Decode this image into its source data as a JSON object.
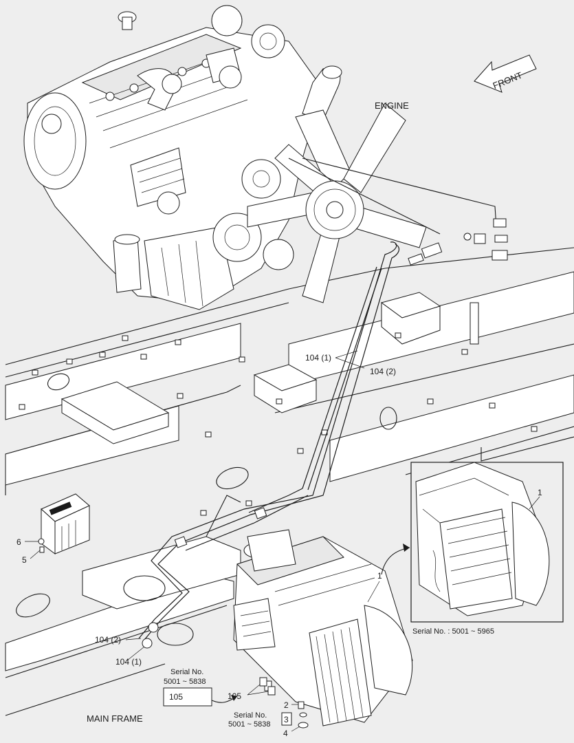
{
  "labels": {
    "engine": "ENGINE",
    "front": "FRONT",
    "main_frame": "MAIN FRAME",
    "hose_104_1_upper": "104 (1)",
    "hose_104_2_upper": "104 (2)",
    "hose_104_2_lower": "104 (2)",
    "hose_104_1_lower": "104 (1)",
    "part_1_main": "1",
    "part_1_inset": "1",
    "part_2": "2",
    "part_3": "3",
    "part_4": "4",
    "part_5": "5",
    "part_6": "6",
    "part_105_box": "105",
    "part_105": "105",
    "serial_left_title": "Serial No.",
    "serial_left_range": "5001 ~ 5838",
    "serial_right_title": "Serial No.",
    "serial_right_range": "5001 ~ 5838",
    "inset_serial": "Serial No. : 5001 ~ 5965"
  }
}
